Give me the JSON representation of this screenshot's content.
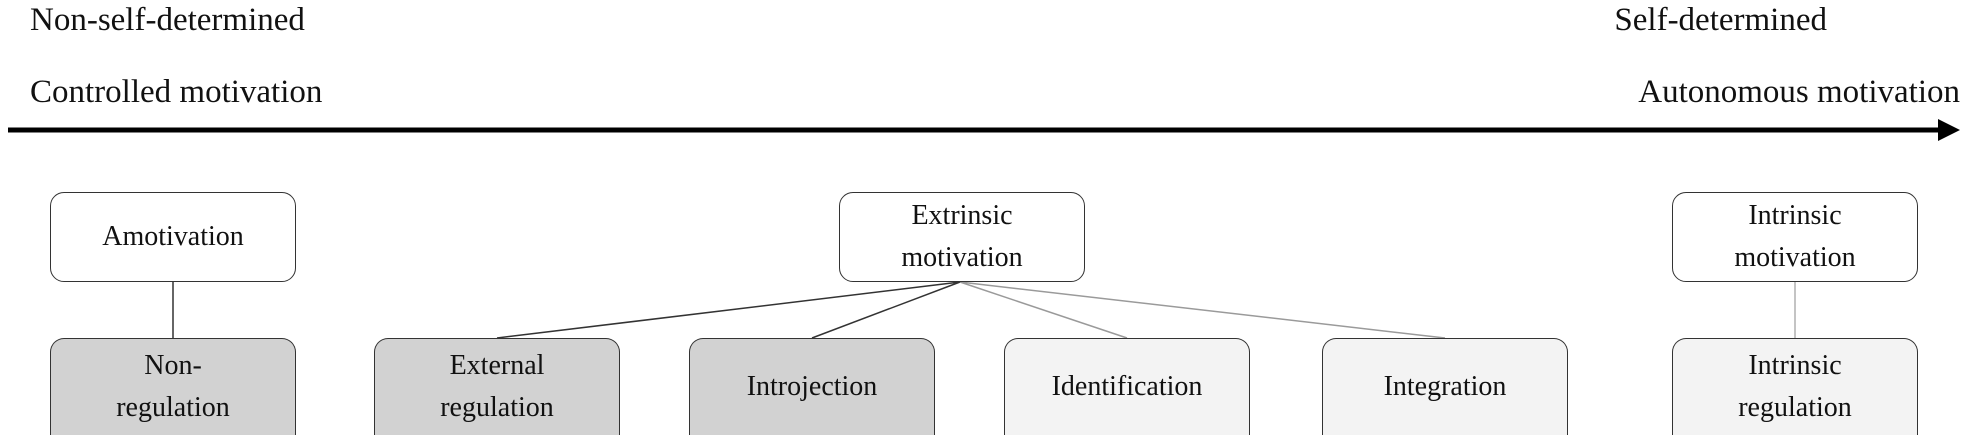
{
  "continuum": {
    "left_top": "Non-self-determined",
    "left_bottom": "Controlled motivation",
    "right_top": "Self-determined",
    "right_bottom": "Autonomous motivation"
  },
  "categories": {
    "amotivation": "Amotivation",
    "extrinsic": [
      "Extrinsic",
      "motivation"
    ],
    "intrinsic": [
      "Intrinsic",
      "motivation"
    ]
  },
  "regulations": {
    "non_regulation": [
      "Non-",
      "regulation"
    ],
    "external": [
      "External",
      "regulation"
    ],
    "introjection": "Introjection",
    "identification": "Identification",
    "integration": "Integration",
    "intrinsic": [
      "Intrinsic",
      "regulation"
    ]
  },
  "colors": {
    "controlled_fill": "#d2d2d2",
    "autonomous_fill": "#f3f3f3",
    "category_fill": "#ffffff",
    "arrow": "#000000"
  }
}
